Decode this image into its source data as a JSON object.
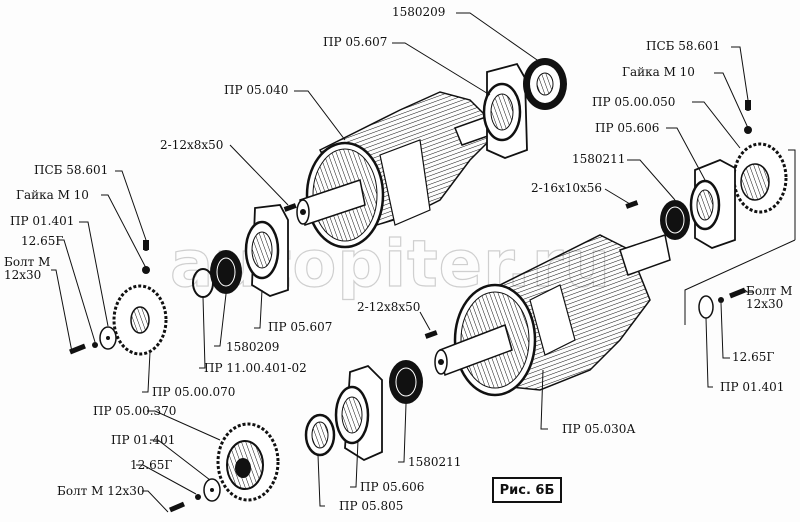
{
  "figure": {
    "caption": "Рис. 6Б",
    "watermark": "autopiter.ru",
    "ink_color": "#111111",
    "paper_color": "#fdfdfd"
  },
  "labels": {
    "top_bearing_1580209": "1580209",
    "top_flange_pr05607": "ПР 05.607",
    "upper_rotor_pr05040": "ПР 05.040",
    "upper_key_2_12x8x50": "2-12x8x50",
    "right_screw_psb58601": "ПСБ 58.601",
    "right_nut_m10": "Гайка М 10",
    "right_sprocket_pr0500050": "ПР 05.00.050",
    "right_flange_pr05606": "ПР 05.606",
    "right_bearing_1580211": "1580211",
    "right_key_2_16x10x56": "2-16x10x56",
    "left_screw_psb58601": "ПСБ 58.601",
    "left_nut_m10": "Гайка М 10",
    "left_washer_pr01401": "ПР 01.401",
    "left_lockwasher_1265g": "12.65Г",
    "left_bolt_m12x30": "Болт М\n12x30",
    "left_flange_pr05607": "ПР 05.607",
    "left_bearing_1580209": "1580209",
    "left_ring_pr1100401_02": "ПР 11.00.401-02",
    "left_sprocket_pr0500070": "ПР 05.00.070",
    "lower_key_2_12x8x50": "2-12x8x50",
    "lower_right_bolt_m12x30": "Болт М\n12x30",
    "lower_right_lockwasher_1265g": "12.65Г",
    "lower_right_washer_pr01401": "ПР 01.401",
    "lower_rotor_pr05030a": "ПР 05.030А",
    "lower_bearing_1580211": "1580211",
    "lower_flange_pr05606": "ПР 05.606",
    "lower_bushing_pr05805": "ПР 05.805",
    "bottom_sprocket_pr0500370": "ПР 05.00.370",
    "bottom_washer_pr01401": "ПР 01.401",
    "bottom_lockwasher_1265g": "12.65Г",
    "bottom_bolt_m12x30": "Болт М 12x30"
  }
}
